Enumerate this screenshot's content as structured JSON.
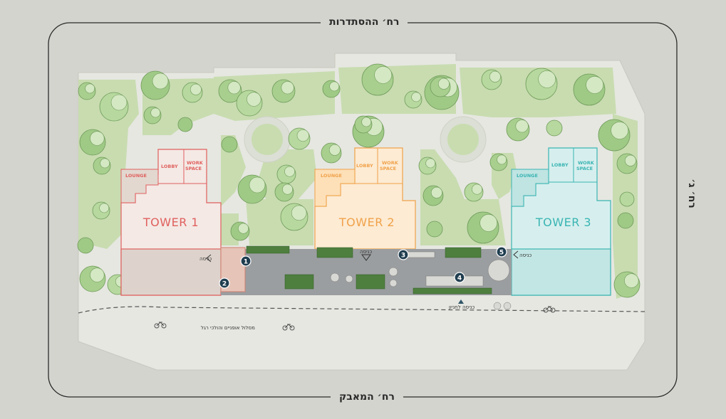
{
  "streets": {
    "top": "רח׳ ההסתדרות",
    "bottom": "רח׳ המאבק",
    "right": "רח׳ ג׳"
  },
  "towers": [
    {
      "name": "TOWER 1",
      "rooms": {
        "lounge": "LOUNGE",
        "lobby": "LOBBY",
        "work": "WORK SPACE"
      },
      "color": "#e0605e"
    },
    {
      "name": "TOWER 2",
      "rooms": {
        "lounge": "LOUNGE",
        "lobby": "LOBBY",
        "work": "WORK SPACE"
      },
      "color": "#f0a24a"
    },
    {
      "name": "TOWER 3",
      "rooms": {
        "lounge": "LOUNGE",
        "lobby": "LOBBY",
        "work": "WORK SPACE"
      },
      "color": "#3ab5b3"
    }
  ],
  "labels": {
    "entrance": "כניסה",
    "garden_entrance": "כניסה לחניון",
    "bike_path": "מסלול אופניים והולכי רגל"
  },
  "markers": [
    "1",
    "2",
    "3",
    "4",
    "5"
  ],
  "colors": {
    "background": "#d3d4ce",
    "plot": "#e6e7e1",
    "lawn": "#c8dcb0",
    "tree": "#a8cf8e",
    "plaza": "#9b9ea0",
    "marker": "#1f3d4f"
  }
}
